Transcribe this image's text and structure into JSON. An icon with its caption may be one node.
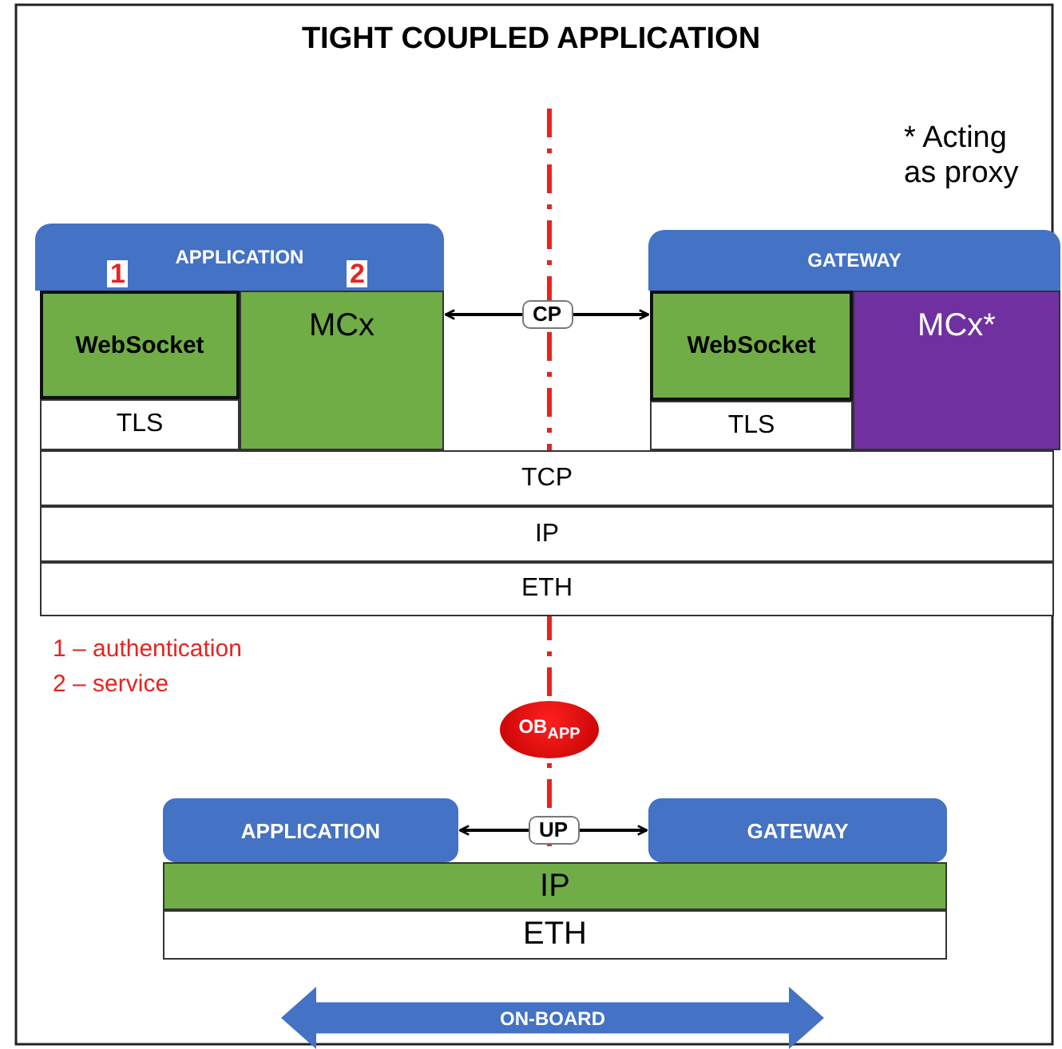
{
  "diagram": {
    "title": "TIGHT COUPLED APPLICATION",
    "nodes": [
      {
        "text": [
          "APPLICATION"
        ]
      },
      {
        "text": [
          "WebSocket"
        ]
      },
      {
        "text": [
          "TLS"
        ]
      },
      {
        "text": [
          "MCx"
        ]
      },
      {
        "text": [
          "GATEWAY"
        ]
      },
      {
        "text": [
          "WebSocket"
        ]
      },
      {
        "text": [
          "TLS"
        ]
      },
      {
        "text": [
          "MCx*"
        ]
      },
      {
        "text": [
          "TCP"
        ]
      },
      {
        "text": [
          "IP"
        ]
      },
      {
        "text": [
          "ETH"
        ]
      },
      {
        "text": [
          "OB$_{APP}$"
        ]
      },
      {
        "text": [
          "APPLICATION"
        ]
      },
      {
        "text": [
          "GATEWAY"
        ]
      },
      {
        "text": [
          "IP"
        ]
      },
      {
        "text": [
          "ETH"
        ]
      },
      {
        "text": [
          "ON-BOARD"
        ]
      }
    ],
    "edges": [
      {
        "from": 3,
        "to": 5,
        "arrow": "both",
        "label": "CP"
      },
      {
        "from": 12,
        "to": 13,
        "arrow": "both",
        "label": "UP"
      }
    ],
    "labels": [
      "* Acting as proxy",
      "1",
      "2",
      "1 – authentication",
      "2 – service"
    ]
  }
}
